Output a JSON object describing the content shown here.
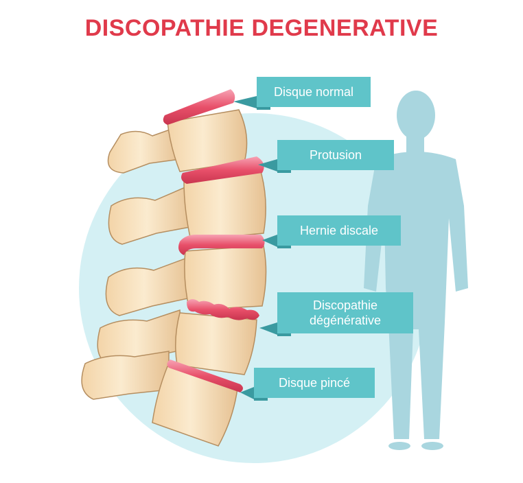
{
  "title": "DISCOPATHIE DEGENERATIVE",
  "labels": [
    {
      "id": "disque-normal",
      "lines": [
        "Disque normal"
      ]
    },
    {
      "id": "protusion",
      "lines": [
        "Protusion"
      ]
    },
    {
      "id": "hernie-discale",
      "lines": [
        "Hernie discale"
      ]
    },
    {
      "id": "discopathie-degenerative",
      "lines": [
        "Discopathie",
        "dégénérative"
      ]
    },
    {
      "id": "disque-pince",
      "lines": [
        "Disque pincé"
      ]
    }
  ],
  "colors": {
    "title": "#e03a4b",
    "label_fill": "#5fc4c9",
    "label_shadow": "#3a9aa0",
    "disc": "#e8506a",
    "disc_light": "#f6a9b8",
    "bone": "#f8e2bf",
    "bone_shade": "#e9c79b",
    "bone_outline": "#9c7a55",
    "background_circle": "#d4f0f4",
    "silhouette": "#a9d6df"
  },
  "icons": [
    "spine-vertebrae-illustration",
    "human-silhouette-icon"
  ]
}
